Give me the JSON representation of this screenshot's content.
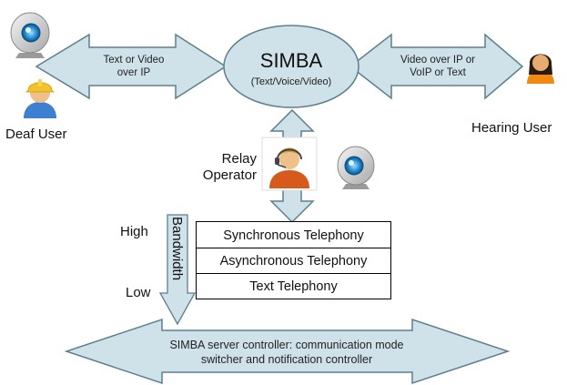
{
  "simba": {
    "title": "SIMBA",
    "subtitle": "(Text/Voice/Video)"
  },
  "users": {
    "deaf": "Deaf User",
    "hearing": "Hearing User"
  },
  "left_arrow": {
    "line1": "Text or Video",
    "line2": "over IP"
  },
  "right_arrow": {
    "line1": "Video over IP or",
    "line2": "VoIP or Text"
  },
  "relay": {
    "line1": "Relay",
    "line2": "Operator"
  },
  "bandwidth": {
    "label": "Bandwidth",
    "high": "High",
    "low": "Low"
  },
  "telephony": [
    "Synchronous Telephony",
    "Asynchronous Telephony",
    "Text Telephony"
  ],
  "server": {
    "line1": "SIMBA server controller: communication mode",
    "line2": "switcher and notification controller"
  },
  "colors": {
    "arrow_fill": "#cfe2ea",
    "arrow_stroke": "#5d7f8e",
    "ellipse_fill": "#cfe2ea",
    "skin": "#f0c08a",
    "helmet": "#f2c229",
    "shirt": "#3f7fd0"
  },
  "icons": [
    "webcam-icon",
    "deaf-user-avatar-icon",
    "hearing-user-avatar-icon",
    "relay-operator-headset-icon"
  ]
}
